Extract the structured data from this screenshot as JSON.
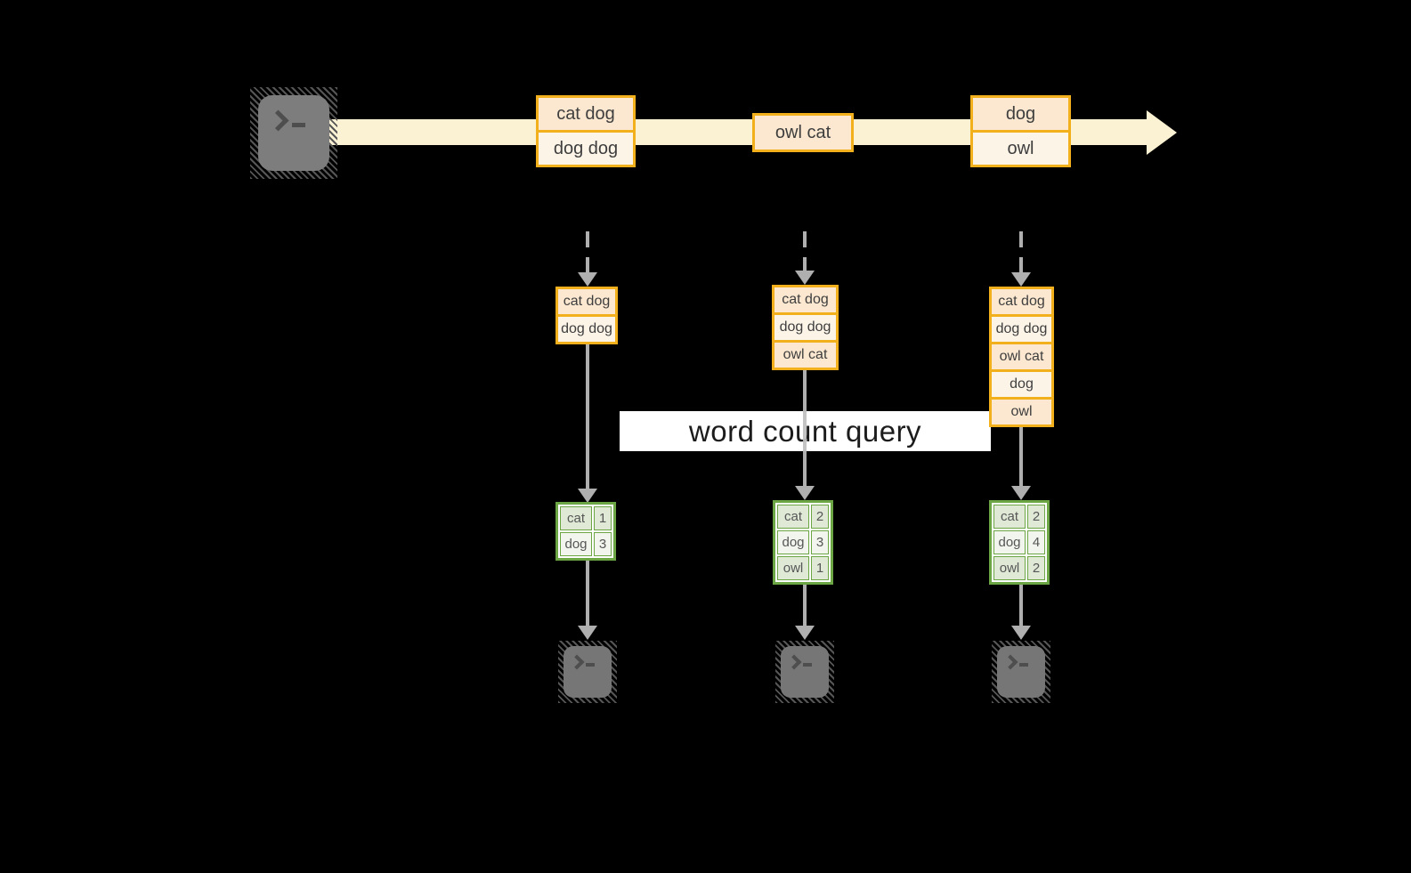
{
  "diagram": {
    "title_hint": "streaming word count query diagram",
    "query_label": "word count query",
    "terminal_glyph": ">_",
    "stream": {
      "events": [
        {
          "lines": [
            "cat dog",
            "dog dog"
          ]
        },
        {
          "lines": [
            "owl cat"
          ]
        },
        {
          "lines": [
            "dog",
            "owl"
          ]
        }
      ]
    },
    "columns": [
      {
        "accumulated": [
          "cat dog",
          "dog dog"
        ],
        "counts": [
          {
            "word": "cat",
            "count": "1"
          },
          {
            "word": "dog",
            "count": "3"
          }
        ]
      },
      {
        "accumulated": [
          "cat dog",
          "dog dog",
          "owl cat"
        ],
        "counts": [
          {
            "word": "cat",
            "count": "2"
          },
          {
            "word": "dog",
            "count": "3"
          },
          {
            "word": "owl",
            "count": "1"
          }
        ]
      },
      {
        "accumulated": [
          "cat dog",
          "dog dog",
          "owl cat",
          "dog",
          "owl"
        ],
        "counts": [
          {
            "word": "cat",
            "count": "2"
          },
          {
            "word": "dog",
            "count": "4"
          },
          {
            "word": "owl",
            "count": "2"
          }
        ]
      }
    ],
    "colors": {
      "background": "#000000",
      "amber_border": "#f2b01c",
      "peach_fill": "#fce8d0",
      "cream_fill": "#fdf4e8",
      "stream_band": "#fbf1d3",
      "green_border": "#6ca544",
      "green_cell_dark": "#dfe9d6",
      "green_cell_light": "#f1f5ee",
      "arrow_gray": "#ababab",
      "white_band": "#ffffff",
      "terminal_body_gray": "#7d7d7d",
      "terminal_glyph_gray": "#4e4e4e",
      "text_dark": "#3e3e3e",
      "query_text": "#1c1c1c"
    }
  }
}
